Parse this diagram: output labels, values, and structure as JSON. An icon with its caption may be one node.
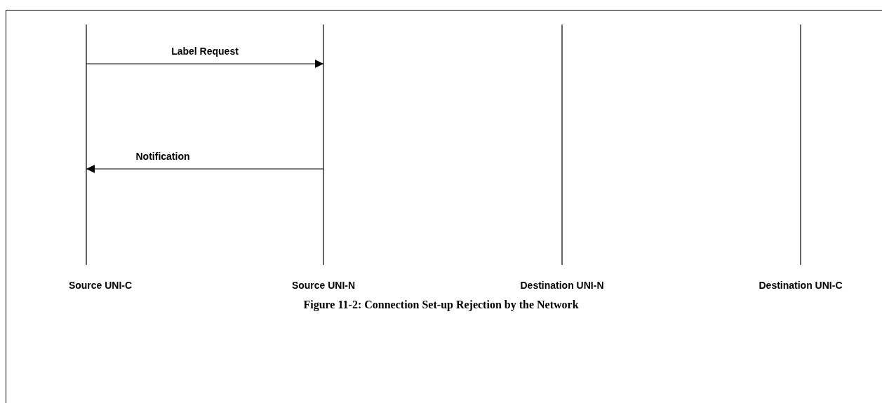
{
  "diagram": {
    "caption": "Figure 11-2: Connection Set-up Rejection by the Network",
    "nodes": [
      {
        "text": [
          "Source UNI-C"
        ]
      },
      {
        "text": [
          "Source UNI-N"
        ]
      },
      {
        "text": [
          "Destination UNI-N"
        ]
      },
      {
        "text": [
          "Destination UNI-C"
        ]
      }
    ],
    "edges": [
      {
        "from": 0,
        "to": 1,
        "arrow": "to",
        "label": "Label Request"
      },
      {
        "from": 1,
        "to": 0,
        "arrow": "to",
        "label": "Notification"
      }
    ]
  }
}
